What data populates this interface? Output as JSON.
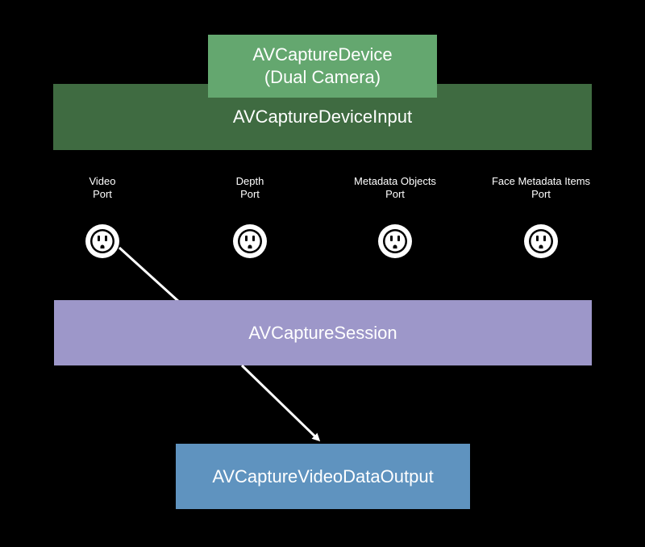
{
  "capture_device": {
    "line1": "AVCaptureDevice",
    "line2": "(Dual Camera)"
  },
  "device_input": {
    "label": "AVCaptureDeviceInput"
  },
  "ports": [
    {
      "line1": "Video",
      "line2": "Port"
    },
    {
      "line1": "Depth",
      "line2": "Port"
    },
    {
      "line1": "Metadata Objects",
      "line2": "Port"
    },
    {
      "line1": "Face Metadata Items",
      "line2": "Port"
    }
  ],
  "session": {
    "label": "AVCaptureSession"
  },
  "video_output": {
    "label": "AVCaptureVideoDataOutput"
  },
  "colors": {
    "background": "#000000",
    "capture_device": "#64a76f",
    "device_input": "#3f6b41",
    "session": "#9d97c9",
    "video_output": "#5f93bf",
    "connector": "#ffffff"
  }
}
